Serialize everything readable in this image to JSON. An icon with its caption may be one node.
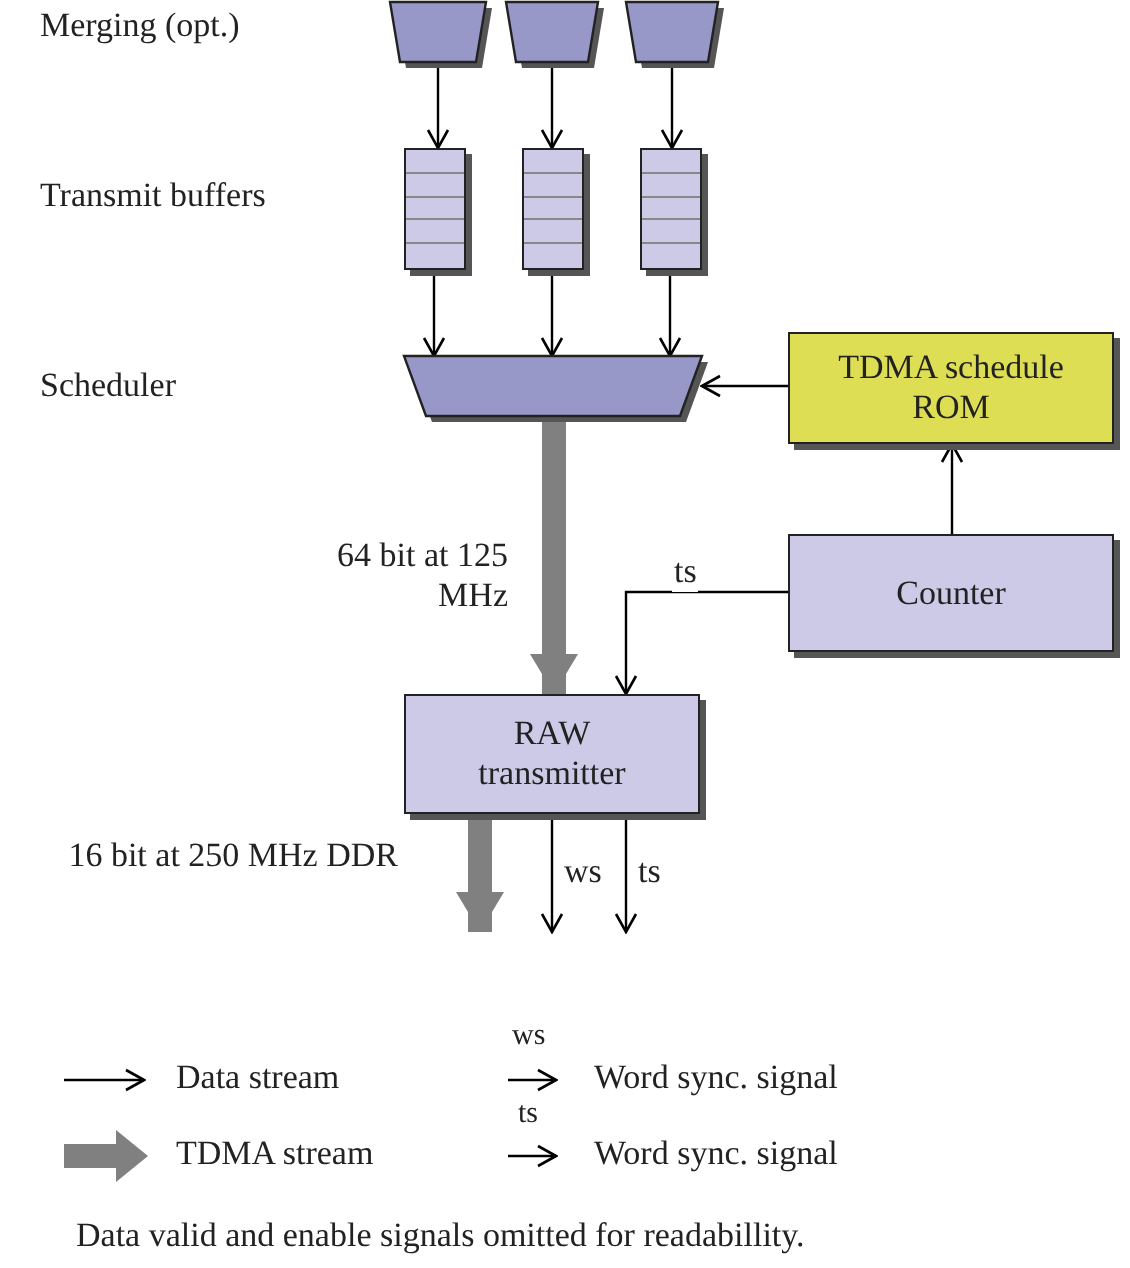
{
  "diagram": {
    "nodes": [
      {
        "text": [],
        "shape": "trapezoid"
      },
      {
        "text": [],
        "shape": "trapezoid"
      },
      {
        "text": [],
        "shape": "trapezoid"
      },
      {
        "text": [],
        "shape": "box"
      },
      {
        "text": [],
        "shape": "box"
      },
      {
        "text": [],
        "shape": "box"
      },
      {
        "text": [],
        "shape": "trapezoid"
      },
      {
        "text": [
          "TDMA schedule ROM"
        ]
      },
      {
        "text": [
          "Counter"
        ]
      },
      {
        "text": [
          "RAW transmitter"
        ]
      }
    ],
    "edges": [
      {
        "from": 0,
        "to": 3,
        "arrow": "to"
      },
      {
        "from": 1,
        "to": 4,
        "arrow": "to"
      },
      {
        "from": 2,
        "to": 5,
        "arrow": "to"
      },
      {
        "from": 3,
        "to": 6,
        "arrow": "to"
      },
      {
        "from": 4,
        "to": 6,
        "arrow": "to"
      },
      {
        "from": 5,
        "to": 6,
        "arrow": "to"
      },
      {
        "from": 7,
        "to": 6,
        "arrow": "to"
      },
      {
        "from": 8,
        "to": 7,
        "arrow": "to"
      },
      {
        "from": 6,
        "to": 9,
        "arrow": "to",
        "label": "64 bit at 125 MHz",
        "style": "thick",
        "color": "#808080"
      },
      {
        "from": 8,
        "to": 9,
        "arrow": "to",
        "label": "ts"
      },
      {
        "from": 9,
        "to": null,
        "arrow": "to",
        "label": "16 bit at 250 MHz DDR",
        "style": "thick",
        "color": "#808080"
      },
      {
        "from": 9,
        "to": null,
        "arrow": "to",
        "label": "ws"
      },
      {
        "from": 9,
        "to": null,
        "arrow": "to",
        "label": "ts"
      }
    ],
    "labels": [
      "Merging (opt.)",
      "Transmit buffers",
      "Scheduler",
      "ws",
      "ts",
      "Data valid and enable signals omitted for readabillity."
    ],
    "legend": [
      {
        "text": "Data stream"
      },
      {
        "text": "Word sync. signal"
      },
      {
        "text": "TDMA stream"
      },
      {
        "text": "Word sync. signal"
      }
    ]
  }
}
